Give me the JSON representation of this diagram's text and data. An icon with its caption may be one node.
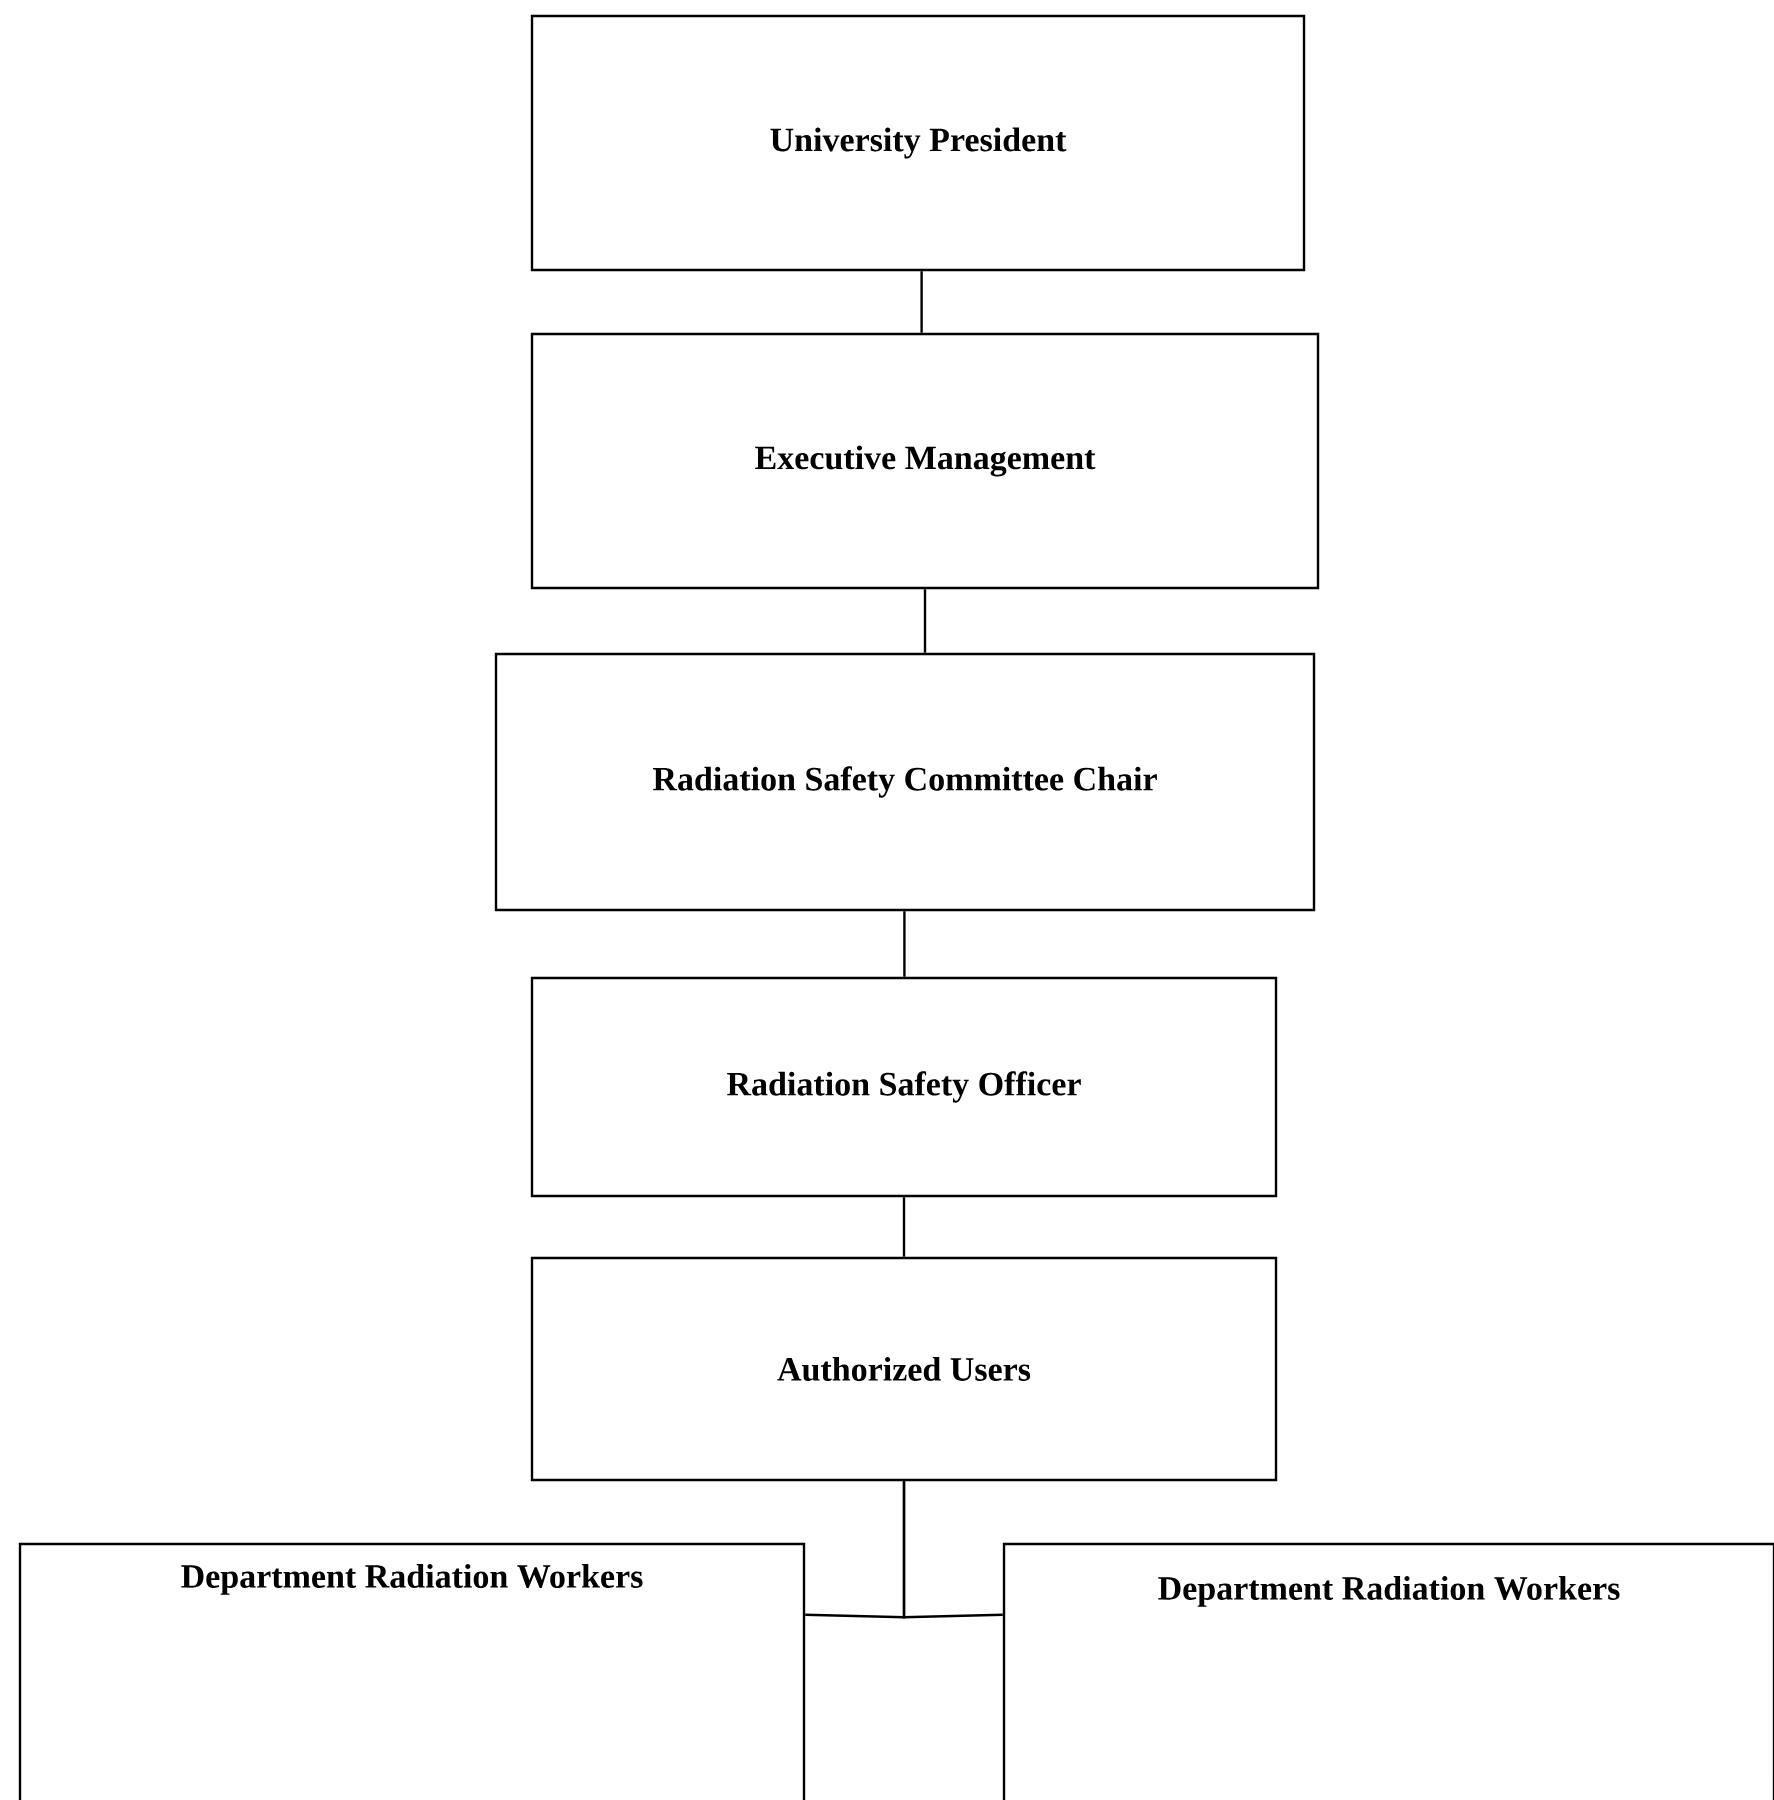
{
  "diagram": {
    "nodes": [
      {
        "text": [
          "University President"
        ]
      },
      {
        "text": [
          "Executive Management"
        ]
      },
      {
        "text": [
          "Radiation Safety Committee Chair"
        ]
      },
      {
        "text": [
          "Radiation Safety Officer"
        ]
      },
      {
        "text": [
          "Authorized Users"
        ]
      },
      {
        "text": [
          "Department Radiation Workers"
        ]
      },
      {
        "text": [
          "Department Radiation Workers"
        ]
      }
    ],
    "edges": [
      {
        "from": 0,
        "to": 1,
        "arrow": "none"
      },
      {
        "from": 1,
        "to": 2,
        "arrow": "none"
      },
      {
        "from": 2,
        "to": 3,
        "arrow": "none"
      },
      {
        "from": 3,
        "to": 4,
        "arrow": "none"
      },
      {
        "from": 4,
        "to": 5,
        "arrow": "none"
      },
      {
        "from": 4,
        "to": 6,
        "arrow": "none"
      }
    ]
  }
}
